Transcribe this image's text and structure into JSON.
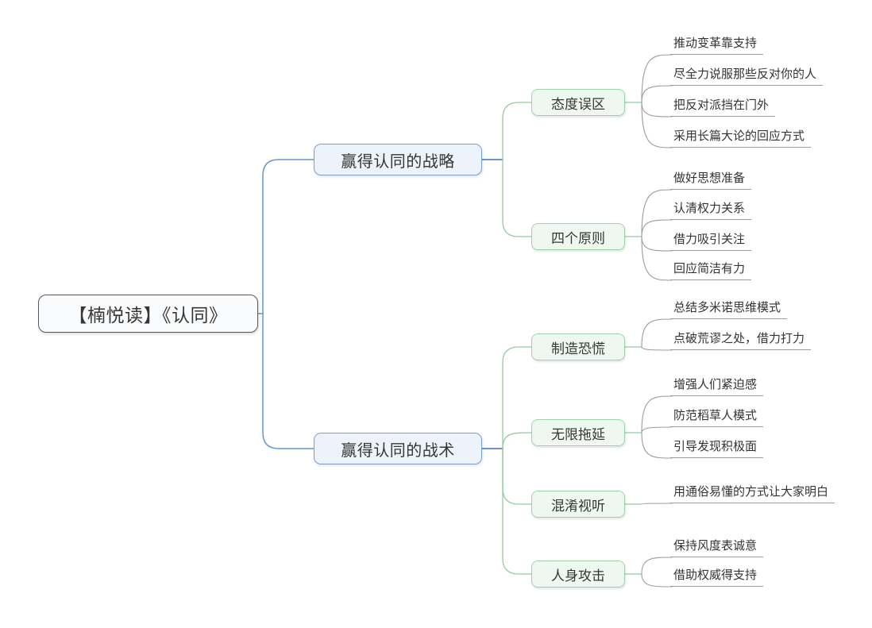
{
  "colors": {
    "background": "#ffffff",
    "root_border": "#54595e",
    "root_fill": "#fafbfc",
    "root_connector": "#6397d0",
    "branch_border": "#7d9fc6",
    "branch_fill": "#edf3fa",
    "branch_stub": "#3f6fb5",
    "sub_border": "#9ed3aa",
    "sub_fill": "#eef8f0",
    "sub_connector": "#8fcd9e",
    "leaf_connector": "#9c9c9c",
    "text": "#363636"
  },
  "mindmap": {
    "root": {
      "label": "【楠悦读】《认同》"
    },
    "branches": [
      {
        "label": "赢得认同的战略",
        "children": [
          {
            "label": "态度误区",
            "leaves": [
              "推动变革靠支持",
              "尽全力说服那些反对你的人",
              "把反对派挡在门外",
              "采用长篇大论的回应方式"
            ]
          },
          {
            "label": "四个原则",
            "leaves": [
              "做好思想准备",
              "认清权力关系",
              "借力吸引关注",
              "回应简洁有力"
            ]
          }
        ]
      },
      {
        "label": "赢得认同的战术",
        "children": [
          {
            "label": "制造恐慌",
            "leaves": [
              "总结多米诺思维模式",
              "点破荒谬之处，借力打力"
            ]
          },
          {
            "label": "无限拖延",
            "leaves": [
              "增强人们紧迫感",
              "防范稻草人模式",
              "引导发现积极面"
            ]
          },
          {
            "label": "混淆视听",
            "leaves": [
              "用通俗易懂的方式让大家明白"
            ]
          },
          {
            "label": "人身攻击",
            "leaves": [
              "保持风度表诚意",
              "借助权威得支持"
            ]
          }
        ]
      }
    ]
  }
}
